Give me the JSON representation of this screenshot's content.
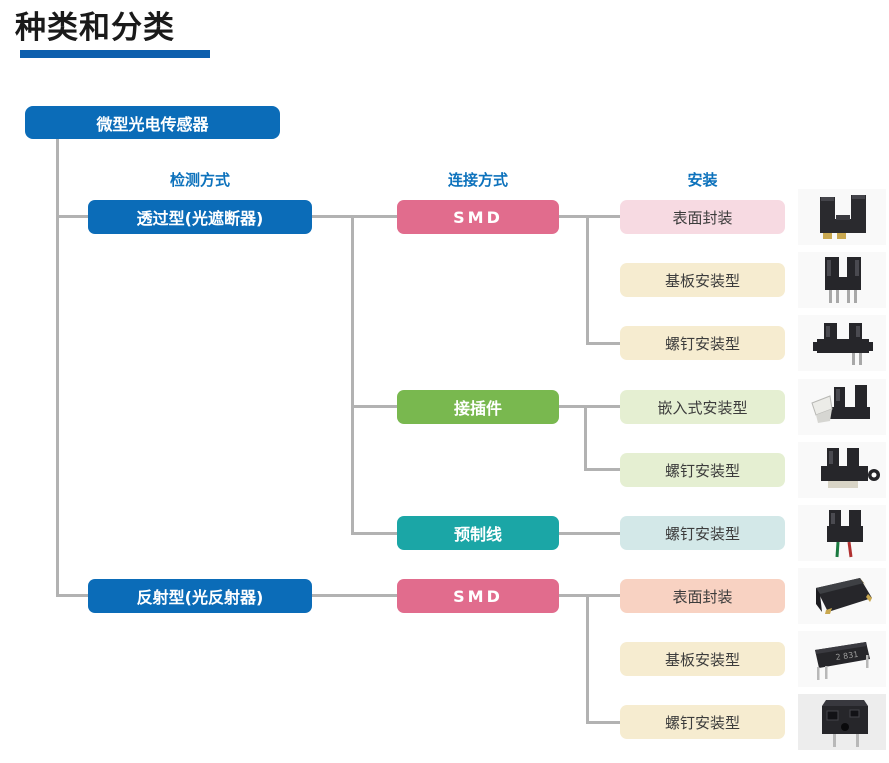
{
  "title": "种类和分类",
  "tree": {
    "root": "微型光电传感器",
    "headers": {
      "detection": "检测方式",
      "connection": "连接方式",
      "mounting": "安装"
    },
    "detection_nodes": [
      {
        "label": "透过型(光遮断器)"
      },
      {
        "label": "反射型(光反射器)"
      }
    ],
    "connection_nodes": [
      {
        "label": "SMD"
      },
      {
        "label": "接插件"
      },
      {
        "label": "预制线"
      },
      {
        "label": "SMD"
      }
    ],
    "mounting_nodes": [
      {
        "label": "表面封装",
        "icon": "smd-slot-sensor-photo"
      },
      {
        "label": "基板安装型",
        "icon": "pcb-slot-sensor-photo"
      },
      {
        "label": "螺钉安装型",
        "icon": "screw-slot-sensor-photo"
      },
      {
        "label": "嵌入式安装型",
        "icon": "snap-in-connector-sensor-photo"
      },
      {
        "label": "螺钉安装型",
        "icon": "screw-connector-sensor-photo"
      },
      {
        "label": "螺钉安装型",
        "icon": "prewired-sensor-photo"
      },
      {
        "label": "表面封装",
        "icon": "smd-reflective-sensor-photo"
      },
      {
        "label": "基板安装型",
        "icon": "pcb-reflective-sensor-photo"
      },
      {
        "label": "螺钉安装型",
        "icon": "screw-reflective-sensor-photo"
      }
    ]
  },
  "colors": {
    "node_blue": "#0b6cb8",
    "node_pink": "#e16c8d",
    "node_green": "#79b84f",
    "node_teal": "#1ba6a6",
    "tint_pink": "#f7dae2",
    "tint_cream": "#f6ecd0",
    "tint_green": "#e5efd2",
    "tint_teal": "#d3e8e8",
    "tint_salmon": "#f8d2c2",
    "header_blue": "#0d72bc",
    "title_bar_blue": "#0d5fad",
    "connector_gray": "#b2b2b2"
  }
}
